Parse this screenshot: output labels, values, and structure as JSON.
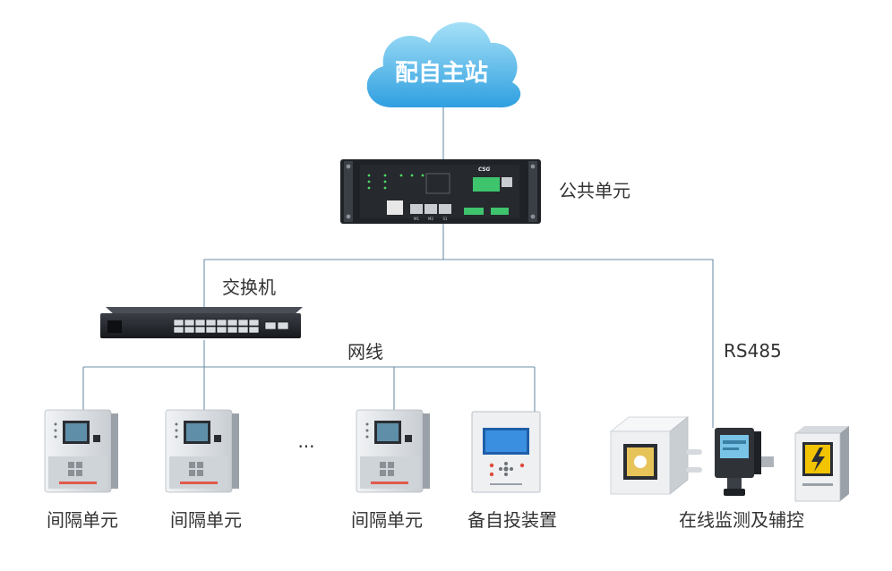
{
  "nodes": {
    "master_station": {
      "label": "配自主站"
    },
    "public_unit": {
      "label": "公共单元"
    },
    "switch": {
      "label": "交换机"
    },
    "bay_unit_1": {
      "label": "间隔单元"
    },
    "bay_unit_2": {
      "label": "间隔单元"
    },
    "ellipsis": {
      "label": "..."
    },
    "bay_unit_3": {
      "label": "间隔单元"
    },
    "backup_auto_switch": {
      "label": "备自投装置"
    },
    "online_monitoring": {
      "label": "在线监测及辅控"
    }
  },
  "links": {
    "network_cable": {
      "label": "网线"
    },
    "rs485": {
      "label": "RS485"
    }
  },
  "device_text": {
    "brand": "CSG",
    "ports": [
      "M1",
      "M2",
      "S1"
    ]
  },
  "colors": {
    "cloud_light": "#a6e1f7",
    "cloud_dark": "#2f9fe0",
    "wire": "#6e8fa8",
    "device_dark": "#2a2d33",
    "device_light": "#e9ecef",
    "monitor_yellow": "#f2c400",
    "monitor_screen": "#78c3e6"
  }
}
